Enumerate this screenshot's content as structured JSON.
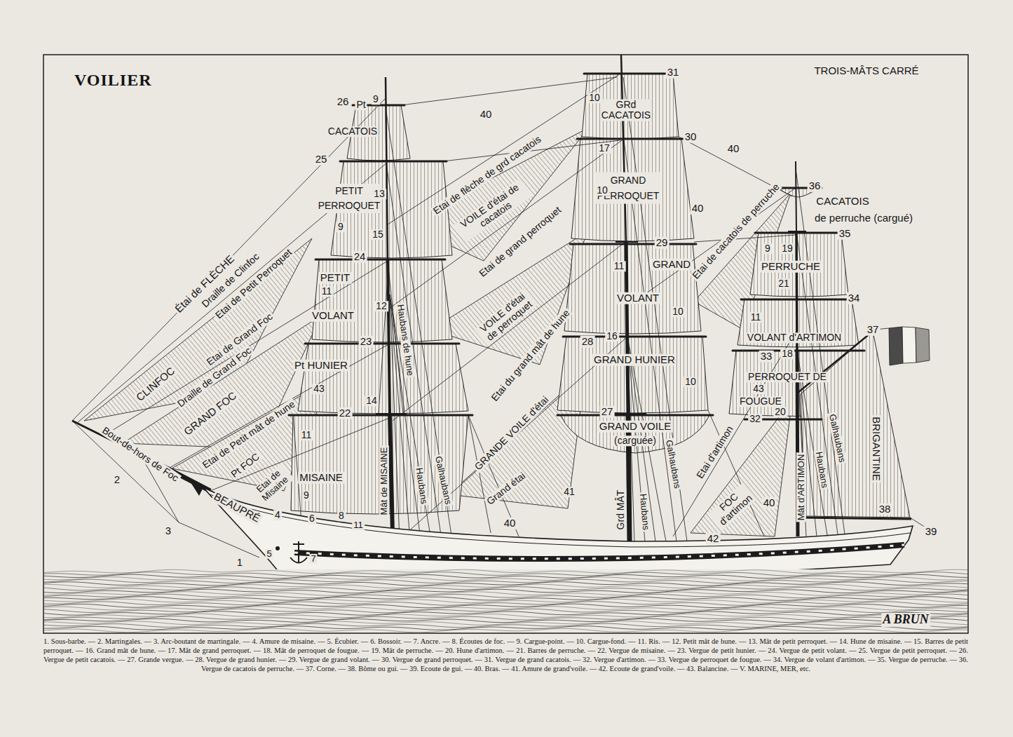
{
  "diagram": {
    "title": "VOILIER",
    "caption": "1. Sous-barbe. — 2. Martingales. — 3. Arc-boutant de martingale. — 4. Amure de misaine. — 5. Écubier. — 6. Bossoir. — 7. Ancre. — 8. Écoutes de foc. — 9. Cargue-point. — 10. Cargue-fond. — 11. Ris. — 12. Petit mât de hune. — 13. Mât de petit perroquet. — 14. Hune de misaine. — 15. Barres de petit perroquet. — 16. Grand mât de hune. — 17. Mât de grand perroquet. — 18. Mât de perroquet de fougue. — 19. Mât de perruche. — 20. Hune d'artimon. — 21. Barres de perruche. — 22. Vergue de misaine. — 23. Vergue de petit hunier. — 24. Vergue de petit volant. — 25. Vergue de petit perroquet. — 26. Vergue de petit cacatois. — 27. Grande vergue. — 28. Vergue de grand hunier. — 29. Vergue de grand volant. — 30. Vergue de grand perroquet. — 31. Vergue de grand cacatois. — 32. Vergue d'artimon. — 33. Vergue de perroquet de fougue. — 34. Vergue de volant d'artimon. — 35. Vergue de perruche. — 36. Vergue de cacatois de perruche. — 37. Corne. — 38. Bôme ou gui. — 39. Ecoute de gui. — 40. Bras. — 41. Amure de grand'voile. — 42. Ecoute de grand'voile. — 43. Balancine. — V. MARINE, MER, etc.",
    "labels": [
      "TROIS-MÂTS CARRÉ",
      "26",
      "Pt",
      "9",
      "CACATOIS",
      "40",
      "31",
      "10",
      "GRd CACATOIS",
      "30",
      "40",
      "25",
      "17",
      "GRAND PERROQUET",
      "10",
      "36",
      "CACATOIS",
      "de perruche (cargué)",
      "35",
      "PETIT PERROQUET",
      "13",
      "Étai de FLÈCHE",
      "Draille de Clinfoc",
      "Etai de Petit Perroquet",
      "CLINFOC",
      "Etai de Grand Foc",
      "Draille de Grand Foc",
      "GRAND FOC",
      "Etai de Petit mât de hune",
      "Bout-de-hors de Foc",
      "Pt FOC",
      "Etai de Misaine",
      "BEAUPRÉ",
      "2",
      "3",
      "1",
      "5",
      "7",
      "4",
      "6",
      "8",
      "11",
      "9",
      "15",
      "24",
      "PETIT",
      "11",
      "12",
      "VOLANT",
      "23",
      "Pt HUNIER",
      "43",
      "14",
      "22",
      "11",
      "MISAINE",
      "9",
      "Mât de MISAINE",
      "Haubans de hune",
      "Haubans",
      "Galhaubans",
      "Etai de flèche de grd cacatois",
      "VOILE d'étai de cacatois",
      "Etai de grand perroquet",
      "VOILE d'étai de perroquet",
      "Etai du grand mât de hune",
      "GRANDE VOILE d'étai",
      "Grand étai",
      "40",
      "41",
      "29",
      "11",
      "GRAND",
      "VOLANT",
      "10",
      "28",
      "16",
      "GRAND HUNIER",
      "10",
      "27",
      "GRAND VOILE",
      "(carguée)",
      "Grd MÂT",
      "Haubans",
      "Galhaubans",
      "Etai d'artimon",
      "FOC d'artimon",
      "40",
      "42",
      "Etai de cacatois de perruche",
      "9",
      "19",
      "PERRUCHE",
      "21",
      "34",
      "11",
      "37",
      "VOLANT d'ARTIMON",
      "33",
      "18",
      "PERROQUET DE",
      "43",
      "FOUGUE",
      "20",
      "32",
      "Mât d'ARTIMON",
      "Haubans",
      "Galhaubans",
      "BRIGANTINE",
      "38",
      "39",
      "A BRUN",
      "40"
    ]
  }
}
